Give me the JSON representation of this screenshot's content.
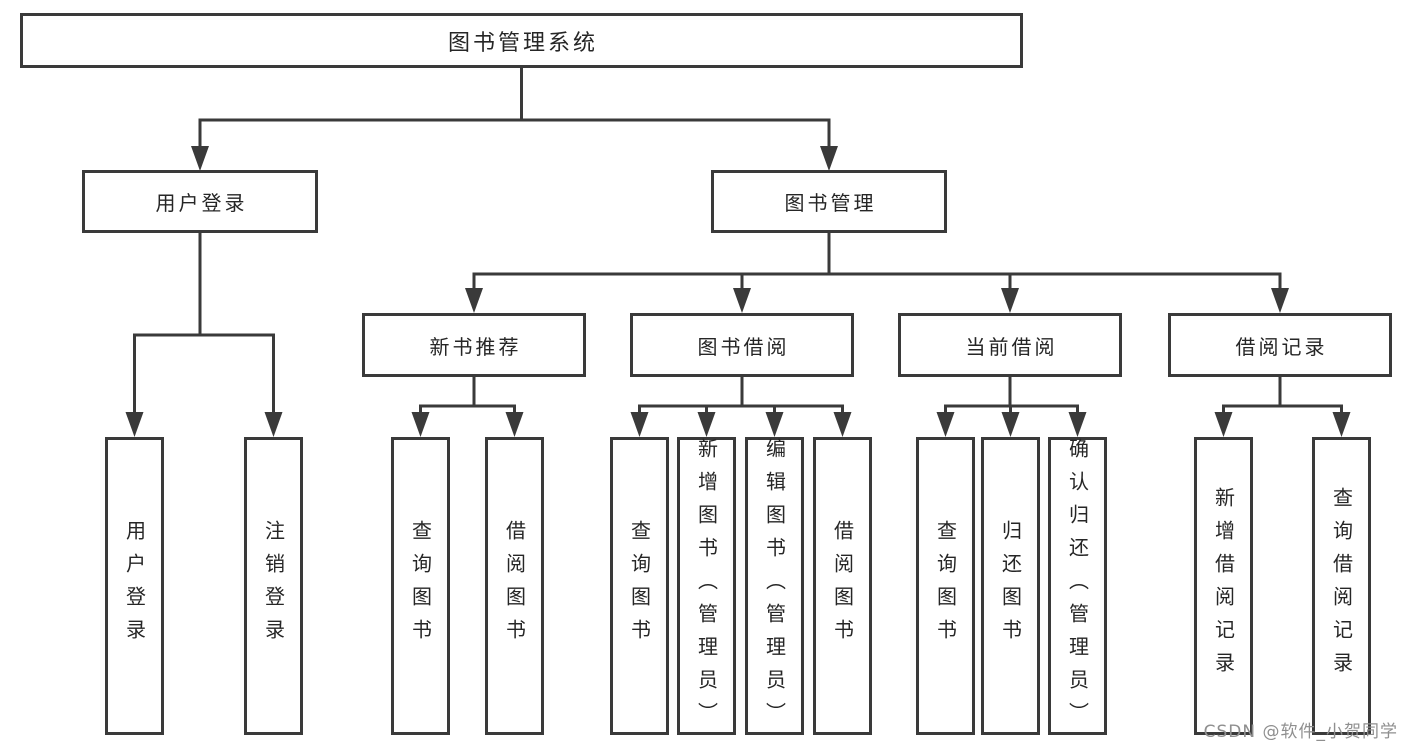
{
  "diagram": {
    "title": "图书管理系统",
    "level1": [
      {
        "label": "用户登录"
      },
      {
        "label": "图书管理"
      }
    ],
    "level2": [
      {
        "label": "新书推荐"
      },
      {
        "label": "图书借阅"
      },
      {
        "label": "当前借阅"
      },
      {
        "label": "借阅记录"
      }
    ],
    "leaves": [
      {
        "label": "用户登录"
      },
      {
        "label": "注销登录"
      },
      {
        "label": "查询图书"
      },
      {
        "label": "借阅图书"
      },
      {
        "label": "查询图书"
      },
      {
        "label": "新增图书（管理员）"
      },
      {
        "label": "编辑图书（管理员）"
      },
      {
        "label": "借阅图书"
      },
      {
        "label": "查询图书"
      },
      {
        "label": "归还图书"
      },
      {
        "label": "确认归还（管理员）"
      },
      {
        "label": "新增借阅记录"
      },
      {
        "label": "查询借阅记录"
      }
    ]
  },
  "watermark": {
    "text": "CSDN @软件_小贺同学"
  },
  "colors": {
    "line": "#3a3a3a",
    "text": "#262626",
    "background": "#ffffff",
    "watermark": "#8f8f8f"
  }
}
